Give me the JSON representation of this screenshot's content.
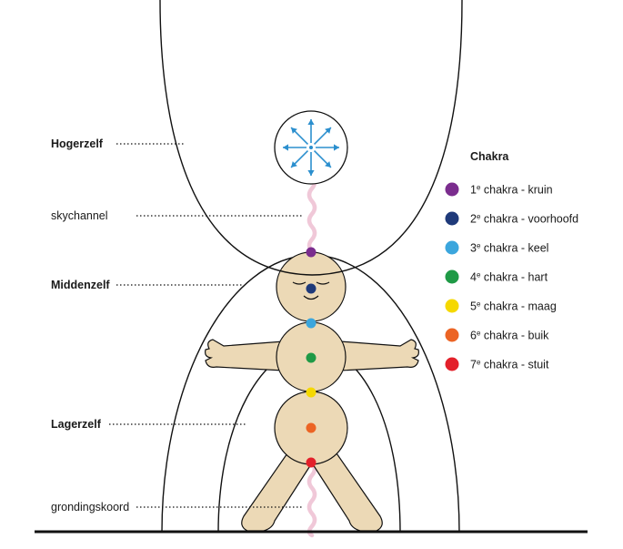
{
  "labels": {
    "hogerzelf": "Hogerzelf",
    "skychannel": "skychannel",
    "middenzelf": "Middenzelf",
    "lagerzelf": "Lagerzelf",
    "grondingskoord": "grondingskoord"
  },
  "legend": {
    "title": "Chakra",
    "items": [
      {
        "num": "1",
        "sup": "e",
        "text": " chakra - kruin",
        "color": "#7b2d8e"
      },
      {
        "num": "2",
        "sup": "e",
        "text": " chakra - voorhoofd",
        "color": "#1f3a7a"
      },
      {
        "num": "3",
        "sup": "e",
        "text": " chakra - keel",
        "color": "#3ba6dd"
      },
      {
        "num": "4",
        "sup": "e",
        "text": " chakra - hart",
        "color": "#1f9a46"
      },
      {
        "num": "5",
        "sup": "e",
        "text": " chakra - maag",
        "color": "#f5d800"
      },
      {
        "num": "6",
        "sup": "e",
        "text": " chakra - buik",
        "color": "#ec6424"
      },
      {
        "num": "7",
        "sup": "e",
        "text": " chakra - stuit",
        "color": "#e3202a"
      }
    ]
  },
  "colors": {
    "body": "#ecd9b6",
    "cord": "#f0c8d8",
    "arrows": "#2b8fce",
    "line": "#111111"
  }
}
